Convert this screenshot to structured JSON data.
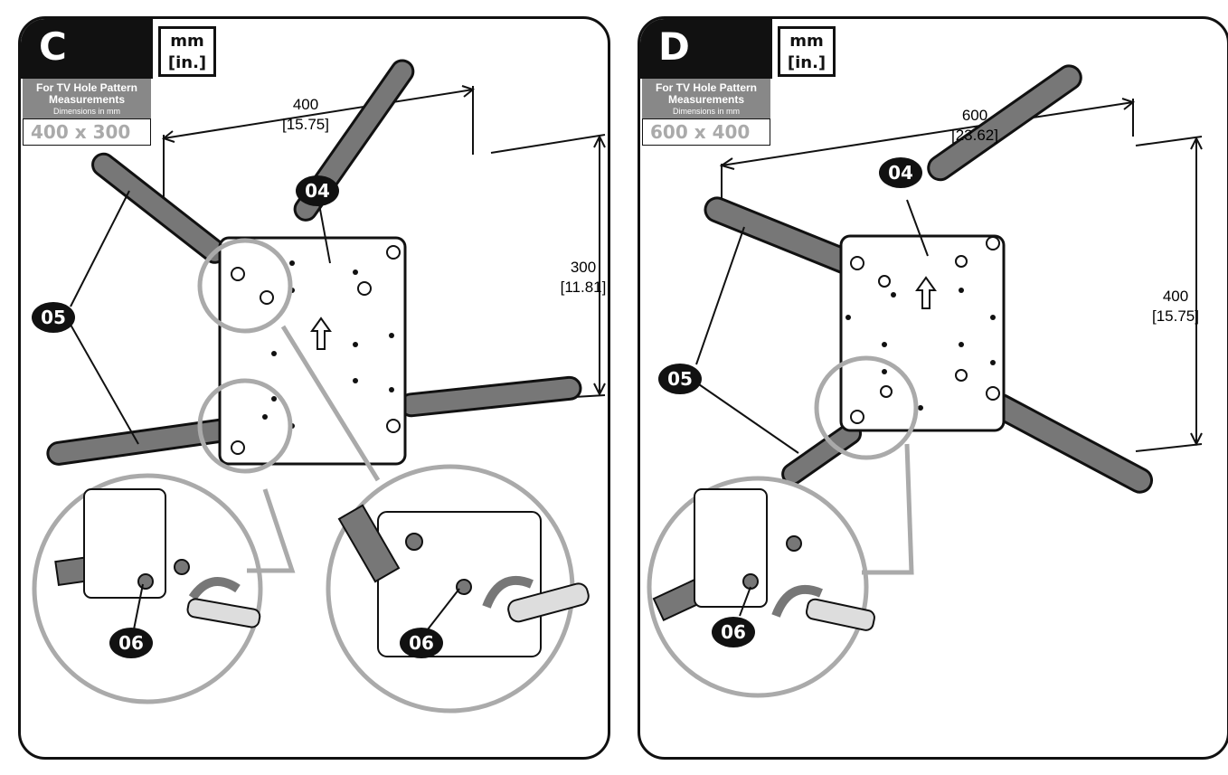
{
  "panels": {
    "c": {
      "step_letter": "C",
      "unit_mm": "mm",
      "unit_in": "[in.]",
      "spec_line1": "For TV Hole Pattern",
      "spec_line2": "Measurements",
      "spec_line3": "Dimensions in mm",
      "spec_value": "400 x 300",
      "width_mm": "400",
      "width_in": "[15.75]",
      "height_mm": "300",
      "height_in": "[11.81]",
      "callout_plate": "04",
      "callout_arms": "05",
      "callout_screw_1": "06",
      "callout_screw_2": "06"
    },
    "d": {
      "step_letter": "D",
      "unit_mm": "mm",
      "unit_in": "[in.]",
      "spec_line1": "For TV Hole Pattern",
      "spec_line2": "Measurements",
      "spec_line3": "Dimensions in mm",
      "spec_value": "600 x 400",
      "width_mm": "600",
      "width_in": "[23.62]",
      "height_mm": "400",
      "height_in": "[15.75]",
      "callout_plate": "04",
      "callout_arms": "05",
      "callout_screw": "06"
    }
  }
}
